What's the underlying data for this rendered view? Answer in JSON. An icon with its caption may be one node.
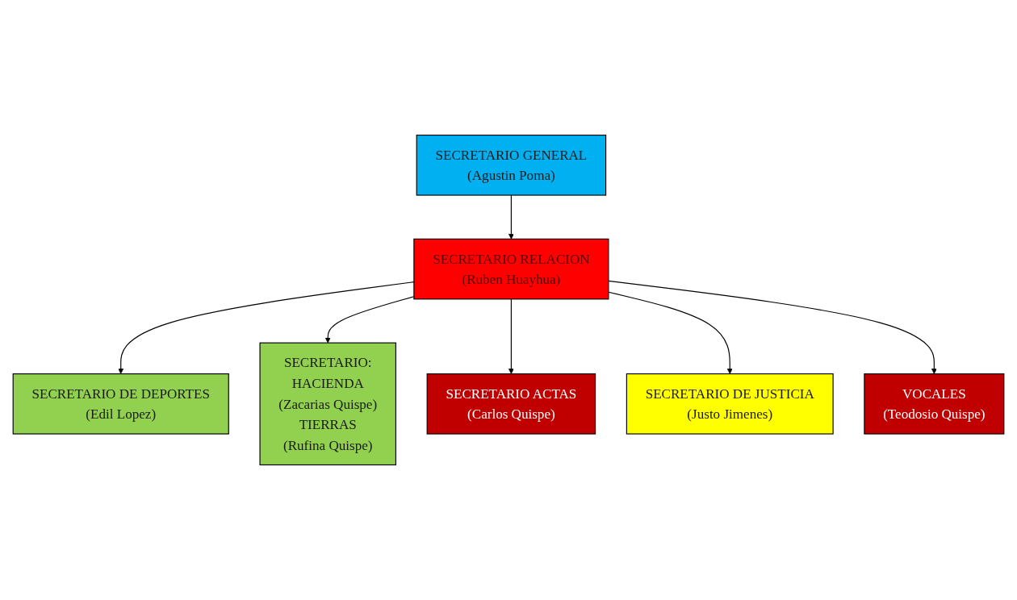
{
  "diagram": {
    "nodes": [
      {
        "text": [
          "SECRETARIO GENERAL",
          "(Agustin Poma)"
        ]
      },
      {
        "text": [
          "SECRETARIO DE DEPORTES",
          "(Edil Lopez)"
        ]
      },
      {
        "text": [
          "SECRETARIO RELACION",
          "(Ruben Huayhua)"
        ]
      },
      {
        "text": [
          "SECRETARIO:",
          "HACIENDA",
          "(Zacarias Quispe)",
          "TIERRAS",
          "(Rufina Quispe)"
        ]
      },
      {
        "text": [
          "SECRETARIO ACTAS",
          "(Carlos Quispe)"
        ]
      },
      {
        "text": [
          "SECRETARIO DE JUSTICIA",
          "(Justo Jimenes)"
        ]
      },
      {
        "text": [
          "VOCALES",
          "(Teodosio Quispe)"
        ]
      }
    ],
    "edges": [
      {
        "from": 0,
        "to": 2,
        "arrow": "to"
      },
      {
        "from": 2,
        "to": 1,
        "arrow": "to"
      },
      {
        "from": 2,
        "to": 3,
        "arrow": "to"
      },
      {
        "from": 2,
        "to": 4,
        "arrow": "to"
      },
      {
        "from": 2,
        "to": 5,
        "arrow": "to"
      },
      {
        "from": 2,
        "to": 6,
        "arrow": "to"
      }
    ]
  }
}
